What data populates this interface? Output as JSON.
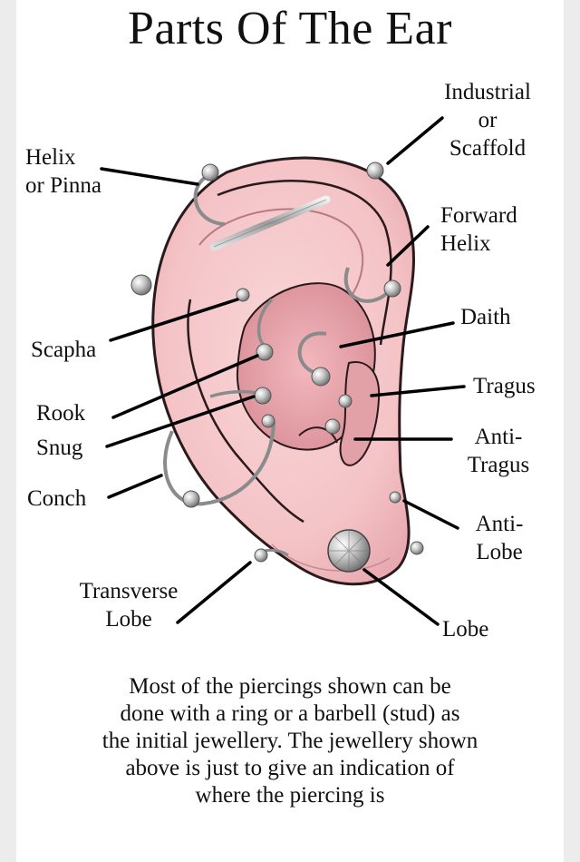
{
  "title": "Parts Of The Ear",
  "labels": {
    "helix": [
      "Helix",
      "or Pinna"
    ],
    "industrial": [
      "Industrial",
      "or",
      "Scaffold"
    ],
    "forward_helix": [
      "Forward",
      "Helix"
    ],
    "daith": "Daith",
    "scapha": "Scapha",
    "rook": "Rook",
    "snug": "Snug",
    "tragus": "Tragus",
    "anti_tragus": [
      "Anti-",
      "Tragus"
    ],
    "conch": "Conch",
    "anti_lobe": [
      "Anti-",
      "Lobe"
    ],
    "transverse_lobe": [
      "Transverse",
      "Lobe"
    ],
    "lobe": "Lobe"
  },
  "note": [
    "Most of the piercings shown can be",
    "done with a ring or a barbell (stud) as",
    "the initial jewellery. The jewellery shown",
    "above is just to give an indication of",
    "where the piercing is"
  ],
  "colors": {
    "skin": "#f6c9cc",
    "inner": "#e9a7ad",
    "shadow": "#d88e96",
    "outline": "#2a1a1c",
    "metal": "#9a9a9a"
  }
}
